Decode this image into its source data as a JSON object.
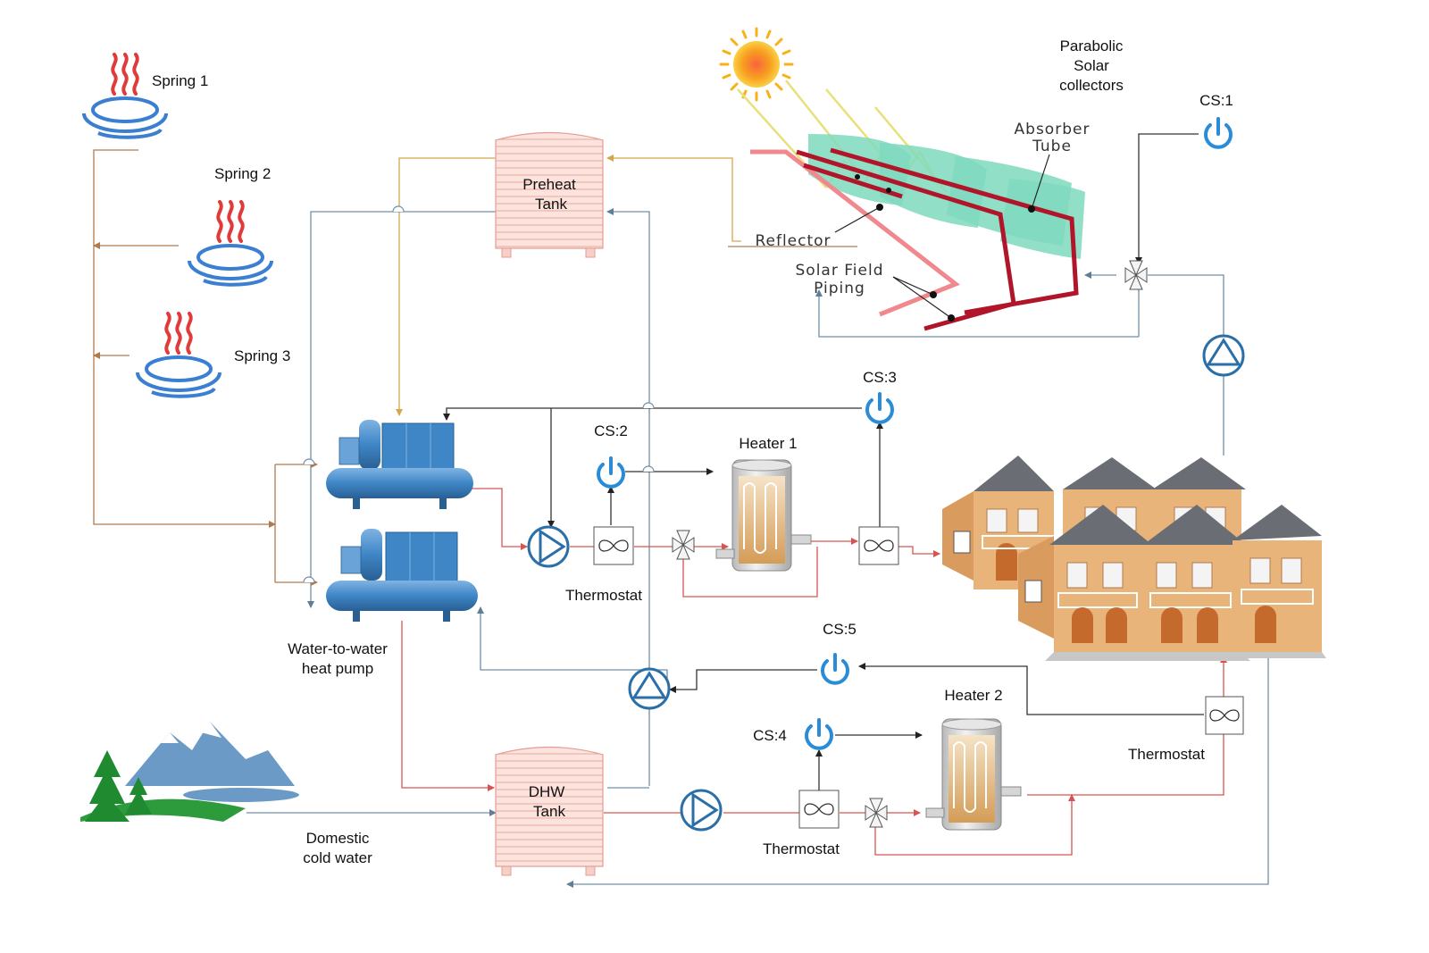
{
  "colors": {
    "spring": "#e03a3a",
    "water": "#3a7fd1",
    "pump": "#2b6fa8",
    "tank_fill": "#fbe1dc",
    "tank_line": "#e59c92",
    "heat_pump": "#3e86c6",
    "heater_fill": "#d9a560",
    "house_wall": "#e9b47a",
    "house_roof": "#6a6d73",
    "solar_mirror": "#7fd9be",
    "solar_pipe": "#b0152a",
    "reflector": "#f0888e",
    "sun": "#f7a21a"
  },
  "labels": {
    "spring1": "Spring 1",
    "spring2": "Spring 2",
    "spring3": "Spring 3",
    "preheat_tank_line1": "Preheat",
    "preheat_tank_line2": "Tank",
    "parabolic_line1": "Parabolic",
    "parabolic_line2": "Solar",
    "parabolic_line3": "collectors",
    "absorber_line1": "Absorber",
    "absorber_line2": "Tube",
    "reflector": "Reflector",
    "solar_field_line1": "Solar Field",
    "solar_field_line2": "Piping",
    "cs1": "CS:1",
    "cs2": "CS:2",
    "cs3": "CS:3",
    "cs4": "CS:4",
    "cs5": "CS:5",
    "heater1": "Heater 1",
    "heater2": "Heater 2",
    "thermostat_a": "Thermostat",
    "thermostat_b": "Thermostat",
    "thermostat_c": "Thermostat",
    "heat_pump_line1": "Water-to-water",
    "heat_pump_line2": "heat pump",
    "dhw_tank_line1": "DHW",
    "dhw_tank_line2": "Tank",
    "cold_water_line1": "Domestic",
    "cold_water_line2": "cold water"
  },
  "icons": {
    "spring": "hot-spring-icon",
    "sun": "sun-icon",
    "pump": "circulation-pump-icon",
    "control_switch": "power-switch-icon",
    "thermostat": "thermostat-infinity-icon",
    "valve": "three-way-valve-icon",
    "heater": "water-heater-icon",
    "tank": "storage-tank-icon",
    "heat_pump": "heat-pump-unit-icon",
    "houses": "townhouses-icon",
    "mountains": "mountain-landscape-icon"
  }
}
